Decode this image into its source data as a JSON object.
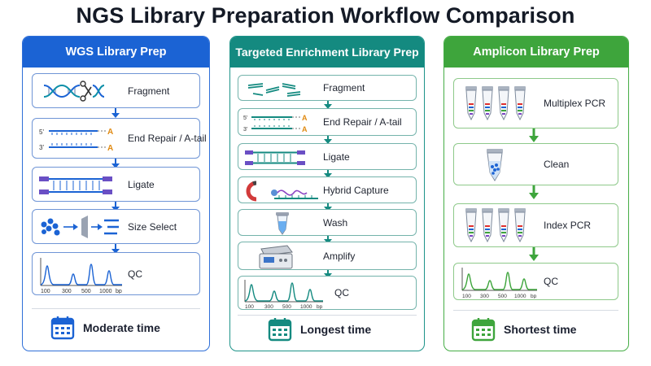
{
  "title": "NGS Library Preparation Workflow Comparison",
  "colors": {
    "wgs": "#1b63d4",
    "targeted": "#148a80",
    "amplicon": "#3ea53c"
  },
  "bp_label": "bp",
  "qc_ticks": [
    "100",
    "300",
    "500",
    "1000"
  ],
  "strand_ends": [
    "5'",
    "3'"
  ],
  "tail_letter": "A",
  "panels": {
    "wgs": {
      "title": "WGS Library Prep",
      "steps": [
        "Fragment",
        "End Repair / A-tail",
        "Ligate",
        "Size Select",
        "QC"
      ],
      "time": "Moderate time"
    },
    "targeted": {
      "title": "Targeted Enrichment Library Prep",
      "steps": [
        "Fragment",
        "End Repair / A-tail",
        "Ligate",
        "Hybrid Capture",
        "Wash",
        "Amplify",
        "QC"
      ],
      "time": "Longest time"
    },
    "amplicon": {
      "title": "Amplicon Library Prep",
      "steps": [
        "Multiplex PCR",
        "Clean",
        "Index PCR",
        "QC"
      ],
      "time": "Shortest time"
    }
  }
}
